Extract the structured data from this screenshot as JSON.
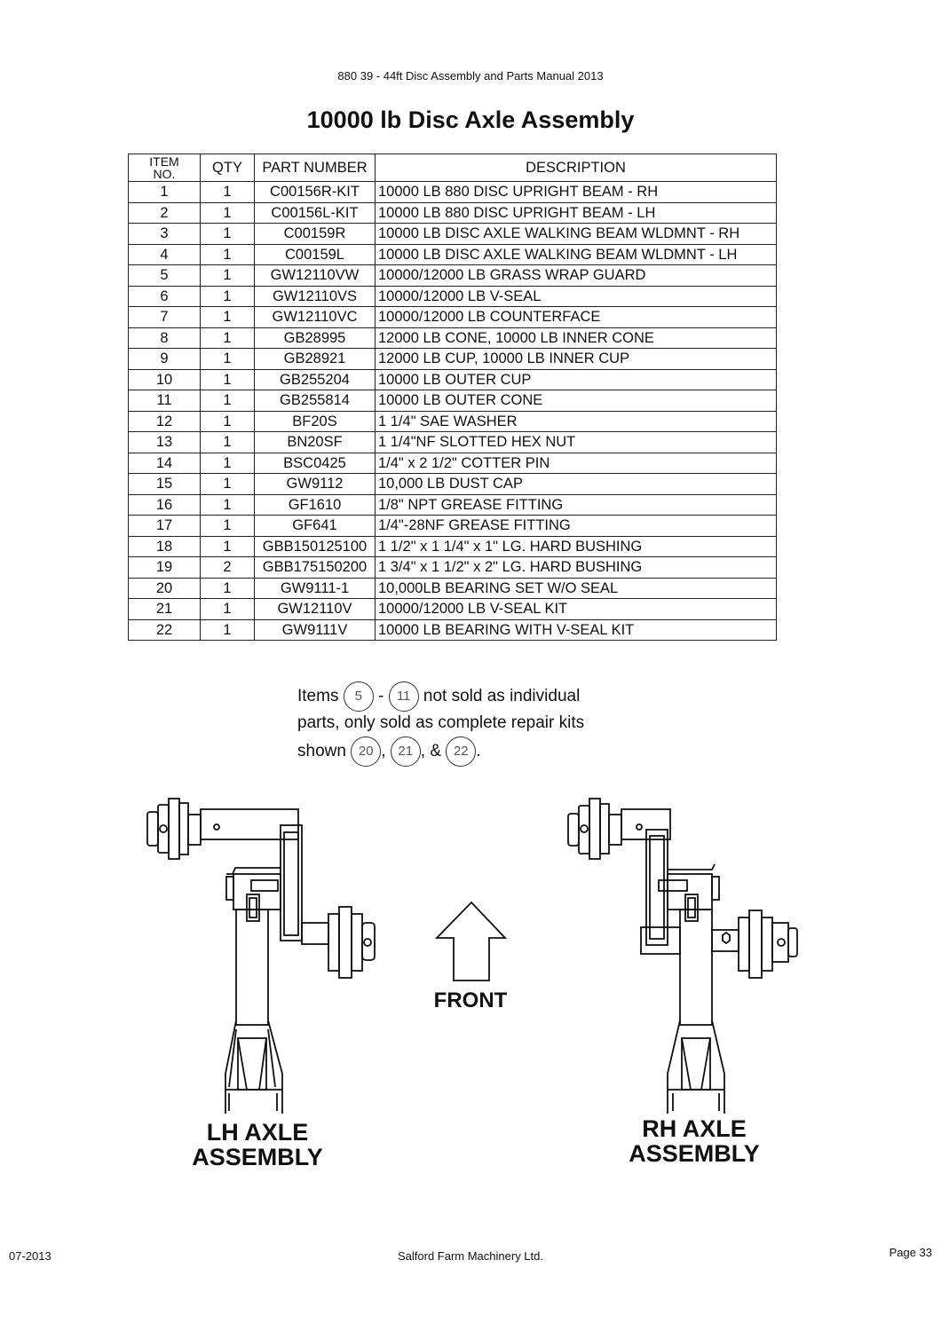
{
  "header": "880 39 - 44ft Disc Assembly and Parts Manual 2013",
  "title": "10000 lb Disc Axle Assembly",
  "table": {
    "headers": {
      "item_line1": "ITEM",
      "item_line2": "NO.",
      "qty": "QTY",
      "part_number": "PART NUMBER",
      "description": "DESCRIPTION"
    },
    "rows": [
      {
        "item": "1",
        "qty": "1",
        "part": "C00156R-KIT",
        "desc": "10000 LB 880 DISC UPRIGHT BEAM - RH"
      },
      {
        "item": "2",
        "qty": "1",
        "part": "C00156L-KIT",
        "desc": "10000 LB 880 DISC UPRIGHT BEAM - LH"
      },
      {
        "item": "3",
        "qty": "1",
        "part": "C00159R",
        "desc": "10000 LB DISC AXLE WALKING BEAM WLDMNT - RH"
      },
      {
        "item": "4",
        "qty": "1",
        "part": "C00159L",
        "desc": "10000 LB DISC AXLE WALKING BEAM WLDMNT - LH"
      },
      {
        "item": "5",
        "qty": "1",
        "part": "GW12110VW",
        "desc": "10000/12000 LB GRASS WRAP GUARD"
      },
      {
        "item": "6",
        "qty": "1",
        "part": "GW12110VS",
        "desc": "10000/12000 LB V-SEAL"
      },
      {
        "item": "7",
        "qty": "1",
        "part": "GW12110VC",
        "desc": "10000/12000 LB COUNTERFACE"
      },
      {
        "item": "8",
        "qty": "1",
        "part": "GB28995",
        "desc": "12000 LB CONE, 10000 LB INNER CONE"
      },
      {
        "item": "9",
        "qty": "1",
        "part": "GB28921",
        "desc": "12000 LB CUP, 10000 LB INNER CUP"
      },
      {
        "item": "10",
        "qty": "1",
        "part": "GB255204",
        "desc": "10000 LB OUTER CUP"
      },
      {
        "item": "11",
        "qty": "1",
        "part": "GB255814",
        "desc": "10000 LB OUTER CONE"
      },
      {
        "item": "12",
        "qty": "1",
        "part": "BF20S",
        "desc": "1 1/4\" SAE WASHER"
      },
      {
        "item": "13",
        "qty": "1",
        "part": "BN20SF",
        "desc": "1 1/4\"NF SLOTTED HEX NUT"
      },
      {
        "item": "14",
        "qty": "1",
        "part": "BSC0425",
        "desc": "1/4\" x 2 1/2\" COTTER PIN"
      },
      {
        "item": "15",
        "qty": "1",
        "part": "GW9112",
        "desc": "10,000 LB DUST CAP"
      },
      {
        "item": "16",
        "qty": "1",
        "part": "GF1610",
        "desc": "1/8\" NPT GREASE FITTING"
      },
      {
        "item": "17",
        "qty": "1",
        "part": "GF641",
        "desc": "1/4\"-28NF GREASE FITTING"
      },
      {
        "item": "18",
        "qty": "1",
        "part": "GBB150125100",
        "desc": "1 1/2\" x 1 1/4\" x 1\" LG. HARD BUSHING"
      },
      {
        "item": "19",
        "qty": "2",
        "part": "GBB175150200",
        "desc": "1 3/4\" x 1 1/2\" x 2\" LG. HARD BUSHING"
      },
      {
        "item": "20",
        "qty": "1",
        "part": "GW9111-1",
        "desc": "10,000LB BEARING SET W/O SEAL"
      },
      {
        "item": "21",
        "qty": "1",
        "part": "GW12110V",
        "desc": "10000/12000 LB V-SEAL KIT"
      },
      {
        "item": "22",
        "qty": "1",
        "part": "GW9111V",
        "desc": "10000 LB BEARING WITH V-SEAL KIT"
      }
    ]
  },
  "note": {
    "word_items": "Items",
    "item_a": "5",
    "dash": "-",
    "item_b": "11",
    "text1": "not sold as individual",
    "line2": "parts, only sold as complete repair kits",
    "word_shown": "shown",
    "kit1": "20",
    "comma1": ",",
    "kit2": "21",
    "amp": ", &",
    "kit3": "22",
    "period": "."
  },
  "diagram": {
    "front_label": "FRONT",
    "lh_line1": "LH AXLE",
    "lh_line2": "ASSEMBLY",
    "rh_line1": "RH AXLE",
    "rh_line2": "ASSEMBLY"
  },
  "footer": {
    "date": "07-2013",
    "company": "Salford Farm Machinery Ltd.",
    "page": "Page 33"
  }
}
